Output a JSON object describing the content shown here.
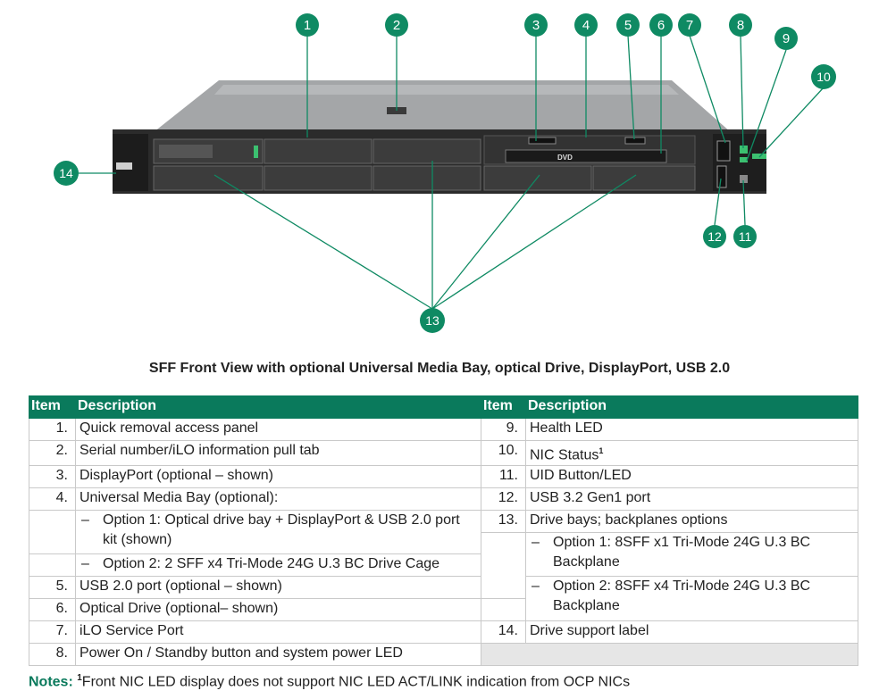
{
  "callouts": [
    "1",
    "2",
    "3",
    "4",
    "5",
    "6",
    "7",
    "8",
    "9",
    "10",
    "11",
    "12",
    "13",
    "14"
  ],
  "caption": "SFF Front View with optional Universal Media Bay, optical Drive, DisplayPort, USB 2.0",
  "device_labels": {
    "dvd": "DVD"
  },
  "table": {
    "left_header": {
      "item": "Item",
      "desc": "Description"
    },
    "right_header": {
      "item": "Item",
      "desc": "Description"
    },
    "left": [
      {
        "num": "1.",
        "desc": "Quick removal access panel"
      },
      {
        "num": "2.",
        "desc": "Serial number/iLO information pull tab"
      },
      {
        "num": "3.",
        "desc": "DisplayPort (optional – shown)"
      },
      {
        "num": "4.",
        "desc": "Universal Media Bay (optional):"
      },
      {
        "dash": "–",
        "desc": "Option 1: Optical drive bay + DisplayPort & USB 2.0 port kit (shown)"
      },
      {
        "dash": "–",
        "desc": "Option 2: 2 SFF x4 Tri-Mode 24G U.3 BC Drive Cage"
      },
      {
        "num": "5.",
        "desc": "USB 2.0 port (optional – shown)"
      },
      {
        "num": "6.",
        "desc": "Optical Drive (optional– shown)"
      },
      {
        "num": "7.",
        "desc": "iLO Service Port"
      },
      {
        "num": "8.",
        "desc": "Power On / Standby button and system power LED"
      }
    ],
    "right": [
      {
        "num": "9.",
        "desc": "Health LED"
      },
      {
        "num": "10.",
        "desc": "NIC Status",
        "sup": "1"
      },
      {
        "num": "11.",
        "desc": "UID Button/LED"
      },
      {
        "num": "12.",
        "desc": "USB 3.2 Gen1 port"
      },
      {
        "num": "13.",
        "desc": "Drive bays; backplanes options"
      },
      {
        "dash": "–",
        "desc": "Option 1: 8SFF x1 Tri-Mode 24G U.3 BC Backplane"
      },
      {
        "dash": "–",
        "desc": "Option 2: 8SFF x4 Tri-Mode 24G U.3 BC Backplane"
      },
      {
        "num": "14.",
        "desc": "Drive support label"
      }
    ]
  },
  "notes": {
    "label": "Notes:",
    "sup": "1",
    "text": "Front NIC LED display does not support NIC LED ACT/LINK indication from OCP NICs"
  },
  "colors": {
    "accent": "#0a7a5c",
    "callout": "#0f8a63"
  }
}
